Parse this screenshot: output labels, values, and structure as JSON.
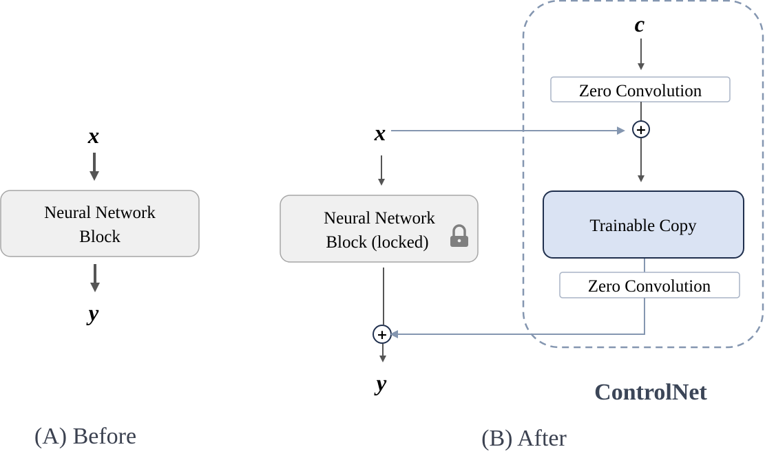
{
  "before": {
    "input_var": "x",
    "block_label_line1": "Neural Network",
    "block_label_line2": "Block",
    "output_var": "y",
    "caption": "(A) Before"
  },
  "after": {
    "input_var": "x",
    "locked_block_line1": "Neural Network",
    "locked_block_line2": "Block (locked)",
    "output_var": "y",
    "plus_symbol": "+",
    "caption": "(B) After"
  },
  "controlnet": {
    "condition_var": "c",
    "zero_conv_top": "Zero Convolution",
    "plus_symbol": "+",
    "trainable_copy": "Trainable Copy",
    "zero_conv_bottom": "Zero Convolution",
    "title": "ControlNet"
  },
  "colors": {
    "block_fill": "#f0f0f0",
    "block_stroke": "#a6a6a6",
    "trainable_fill": "#dae3f3",
    "trainable_stroke": "#1f2f4d",
    "zero_conv_stroke": "#a9b4c6",
    "blue_arrow": "#8496b0",
    "dark_arrow": "#555555",
    "dashed_border": "#8496b0",
    "lock_icon": "#7f7f7f"
  }
}
